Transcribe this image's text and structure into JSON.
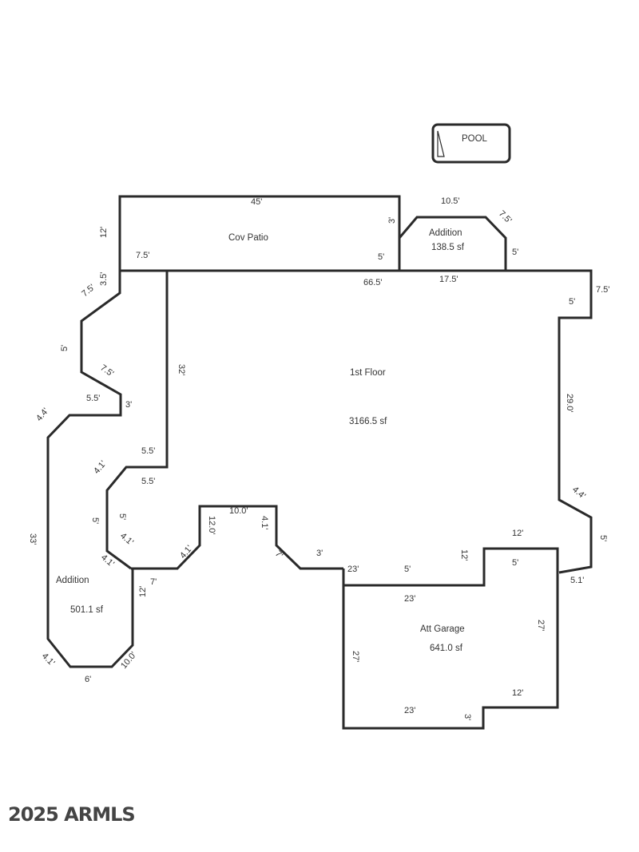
{
  "pool": {
    "label": "POOL"
  },
  "rooms": {
    "cov_patio": {
      "name": "Cov Patio"
    },
    "addition_top": {
      "name": "Addition",
      "area": "138.5 sf"
    },
    "first_floor": {
      "name": "1st Floor",
      "area": "3166.5 sf"
    },
    "addition_left": {
      "name": "Addition",
      "area": "501.1 sf"
    },
    "garage": {
      "name": "Att Garage",
      "area": "641.0 sf"
    }
  },
  "dimensions": [
    "45'",
    "12'",
    "7.5'",
    "5'",
    "3'",
    "10.5'",
    "7.5'",
    "5'",
    "66.5'",
    "17.5'",
    "7.5'",
    "5'",
    "3.5'",
    "7.5'",
    "5'",
    "7.5'",
    "5.5'",
    "3'",
    "4.4'",
    "32'",
    "5.5'",
    "5.5'",
    "4.1'",
    "5'",
    "5'",
    "4.1'",
    "4.1'",
    "33'",
    "7'",
    "12'",
    "4.1'",
    "4.1'",
    "6'",
    "10.0'",
    "12.0'",
    "10.0'",
    "4.1'",
    "7'",
    "3'",
    "23'",
    "5'",
    "12'",
    "12'",
    "5'",
    "29.0'",
    "4.4'",
    "5'",
    "5.1'",
    "23'",
    "27'",
    "27'",
    "12'",
    "23'",
    "3'"
  ],
  "watermark": "2025 ARMLS"
}
